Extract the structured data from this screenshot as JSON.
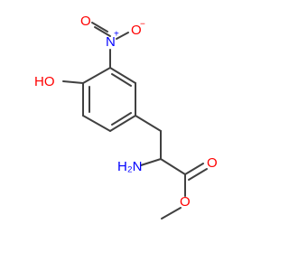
{
  "molecule": {
    "atoms": {
      "hydroxyl": "HO",
      "nitro_nitrogen": "N",
      "nitro_oxygen_top": "O",
      "nitro_oxygen_side": "O",
      "amine": "H₂N",
      "carbonyl_oxygen": "O",
      "ester_oxygen": "O"
    },
    "charges": {
      "nitro_nitrogen": "+",
      "nitro_oxygen_side": "−"
    },
    "colors": {
      "bond": "#404040",
      "oxygen": "#ff0000",
      "nitrogen": "#0000ff",
      "carbon_hydrogen": "#404040"
    }
  }
}
